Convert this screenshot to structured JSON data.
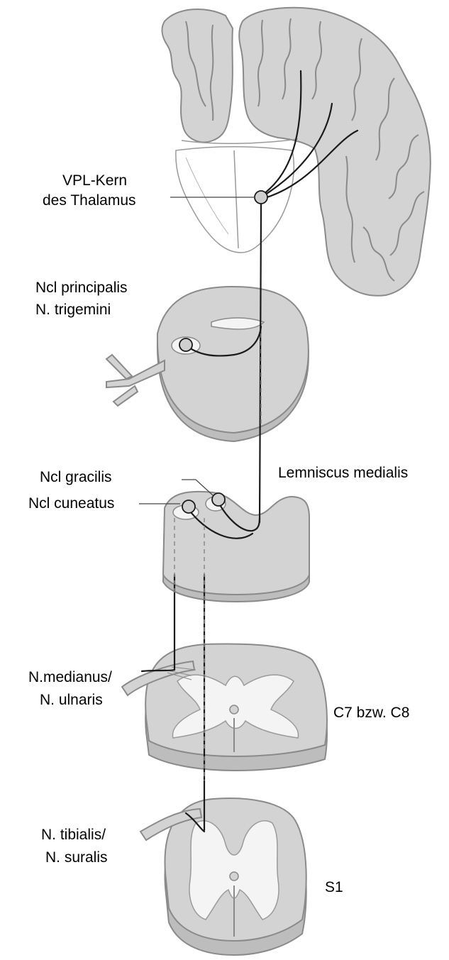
{
  "labels": {
    "vpl_line1": "VPL-Kern",
    "vpl_line2": "des Thalamus",
    "principalis_line1": "Ncl principalis",
    "principalis_line2": "N. trigemini",
    "lemniscus": "Lemniscus medialis",
    "gracilis": "Ncl gracilis",
    "cuneatus": "Ncl cuneatus",
    "medianus_line1": "N.medianus/",
    "medianus_line2": "N. ulnaris",
    "c7c8": "C7 bzw. C8",
    "tibialis_line1": "N. tibialis/",
    "tibialis_line2": "N. suralis",
    "s1": "S1"
  },
  "colors": {
    "tissue": "#d3d3d3",
    "tissue_dark": "#bdbdbd",
    "outline": "#8a8a8a",
    "grey_matter": "#f4f4f4",
    "pathway": "#1a1a1a"
  }
}
